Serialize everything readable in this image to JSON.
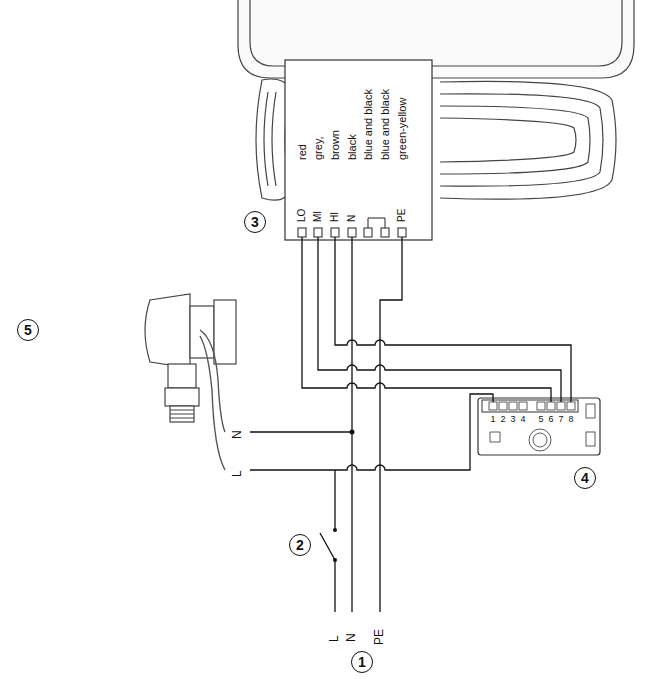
{
  "diagram": {
    "labels": [
      "red",
      "grey,",
      "brown",
      "black",
      "blue and black",
      "blue and black",
      "green-yellow",
      "LO",
      "MI",
      "HI",
      "N",
      "PE",
      "3",
      "5",
      "N",
      "L",
      "2",
      "1",
      "2",
      "3",
      "4",
      "5",
      "6",
      "7",
      "8",
      "4",
      "L",
      "N",
      "PE",
      "1"
    ]
  }
}
